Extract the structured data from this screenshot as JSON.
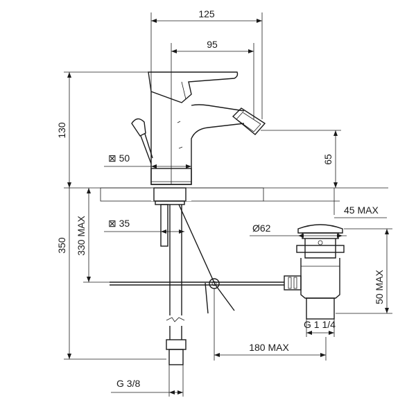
{
  "dimensions": {
    "width_total": "125",
    "width_spout": "95",
    "height_body": "130",
    "height_spout": "65",
    "square_base": "⊠ 50",
    "square_shank": "⊠ 35",
    "drop_330": "330 MAX",
    "drop_350": "350",
    "deck_45": "45 MAX",
    "diameter_62": "Ø62",
    "waste_50": "50 MAX",
    "thread_waste": "G 1 1/4",
    "rod_180": "180 MAX",
    "thread_supply": "G 3/8"
  }
}
